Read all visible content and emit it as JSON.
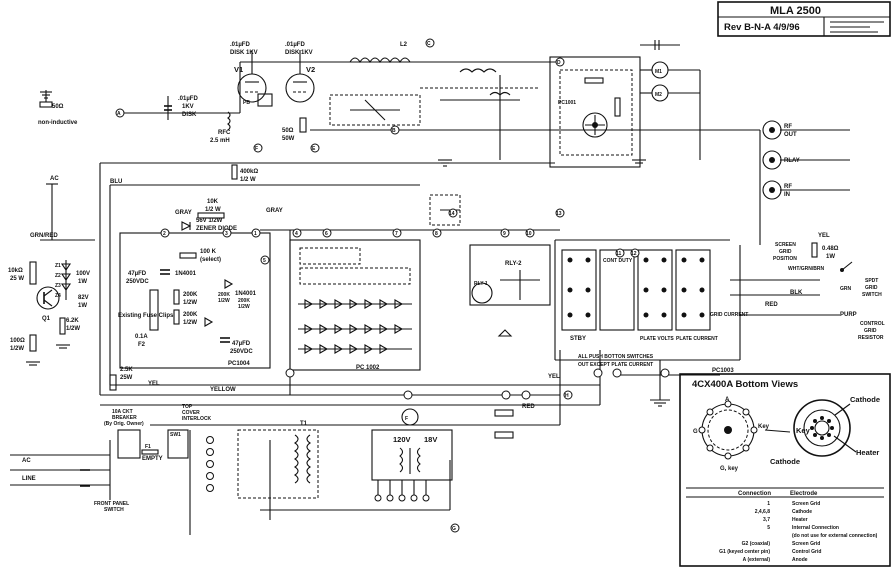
{
  "title_block": {
    "model": "MLA 2500",
    "revision": "Rev B-N-A 4/9/96"
  },
  "components": {
    "c_01a": ".01µFD",
    "c_01b": ".01µFD",
    "disk_1kv_a": "DISK 1KV",
    "disk_1kv_b": "DISK 1KV",
    "c_01c": ".01µFD",
    "c_01c_v": "1KV",
    "c_01c_disk": "DISK",
    "v1": "V1",
    "v2": "V2",
    "rfc": "RFC",
    "rfc_val": "2.5 mH",
    "r50_a": "50Ω",
    "r50_a_note": "non-inductive",
    "r50_b": "50Ω",
    "r50_b_w": "50W",
    "l2": "L2",
    "r400k": "400kΩ",
    "r400k_w": "1/2 W",
    "r10k": "10K",
    "r10k_w": "1/2 W",
    "zener": "56V 1/2W",
    "zener_lbl": "ZENER DIODE",
    "r100k": "100 K",
    "r100k_note": "(select)",
    "d1n4001": "1N4001",
    "d1n4001b": "1N4001",
    "r200k_a": "200K",
    "r200k_a_w": "1/2W",
    "r200k_b": "200K",
    "r200k_b_w": "1/2W",
    "r200k_c": "200K",
    "r200k_c_w": "1/2W",
    "r200k_d": "200K",
    "r200k_d_w": "1/2W",
    "c47_a": "47µFD",
    "c47_a_v": "250VDC",
    "c47_b": "47µFD",
    "c47_b_v": "250VDC",
    "fuse_clips": "Existing Fuse Clips",
    "fuse": "0.1A",
    "fuse_ref": "F2",
    "r2_5k": "2.5K",
    "r2_5k_w": "25W",
    "r10k_25": "10kΩ",
    "r10k_25_w": "25 W",
    "z1": "Z1",
    "z2": "Z2",
    "z3": "Z3",
    "z4": "Z4",
    "q1": "Q1",
    "z100v": "100V",
    "z100v_w": "1W",
    "z82v": "82V",
    "z82v_w": "1W",
    "r6_2k": "6.2K",
    "r6_2k_w": "1/2W",
    "r100": "100Ω",
    "r100_w": "1/2W",
    "r0_48": "0.48Ω",
    "r0_48_w": "1W",
    "m1": "M1",
    "m2": "M2",
    "t1": "T1",
    "v120": "120V",
    "v18": "18V",
    "pc1004": "PC1004",
    "pc1002": "PC 1002",
    "pc1003": "PC1003",
    "rly2": "RLY-2",
    "rly1": "RLY-1",
    "pc1001": "PC1001"
  },
  "wire_labels": {
    "blu": "BLU",
    "gray_a": "GRAY",
    "gray_b": "GRAY",
    "grn_red": "GRN/RED",
    "yel_a": "YEL",
    "yellow": "YELLOW",
    "yel_b": "YEL",
    "red_a": "RED",
    "red_b": "RED",
    "blk": "BLK",
    "purp": "PURP",
    "grn": "GRN",
    "wht_grn_brn": "WHT/GRN/BRN",
    "yel_c": "YEL",
    "ac": "AC",
    "line": "LINE",
    "ac_small": "AC"
  },
  "switches": {
    "stby": "STBY",
    "cont_duty": "CONT DUTY",
    "plate_volts": "PLATE VOLTS",
    "plate_current": "PLATE CURRENT",
    "grid_current": "GRID CURRENT",
    "push_note_1": "ALL PUSH BOTTON SWITCHES",
    "push_note_2": "OUT EXCEPT PLATE CURRENT",
    "screen_grid_1": "SCREEN",
    "screen_grid_2": "GRID",
    "screen_grid_3": "POSITION",
    "spdt_1": "SPDT",
    "spdt_2": "GRID",
    "spdt_3": "SWITCH",
    "control_1": "CONTROL",
    "control_2": "GRID",
    "control_3": "RESISTOR",
    "breaker_1": "10A CKT",
    "breaker_2": "BREAKER",
    "breaker_3": "(By Orig. Owner)",
    "interlock_1": "TOP",
    "interlock_2": "COVER",
    "interlock_3": "INTERLOCK",
    "front_panel_1": "FRONT PANEL",
    "front_panel_2": "SWITCH",
    "empty": "EMPTY",
    "f1": "F1",
    "sw1": "SW1"
  },
  "connectors": {
    "rf_out_1": "RF",
    "rf_out_2": "OUT",
    "rlay": "RLAY",
    "rf_in_1": "RF",
    "rf_in_2": "IN"
  },
  "nodes": [
    "A",
    "B",
    "C",
    "D",
    "E",
    "F",
    "G",
    "H",
    "1",
    "2",
    "3",
    "4",
    "5",
    "6",
    "7",
    "8",
    "9",
    "10",
    "11",
    "12",
    "13",
    "14"
  ],
  "tube_panel": {
    "heading": "4CX400A Bottom Views",
    "cathode_top": "Cathode",
    "key": "Key",
    "heater": "Heater",
    "cathode_bottom": "Cathode",
    "pin_a": "A",
    "pin_g2": "G",
    "pin_g1": "G",
    "g1_key": "G, key",
    "col_connection": "Connection",
    "col_electrode": "Electrode",
    "rows": [
      {
        "connection": "1",
        "electrode": "Screen Grid"
      },
      {
        "connection": "2,4,6,8",
        "electrode": "Cathode"
      },
      {
        "connection": "3,7",
        "electrode": "Heater"
      },
      {
        "connection": "5",
        "electrode": "Internal Connection"
      },
      {
        "connection": "",
        "electrode": "(do not use for external connection)"
      },
      {
        "connection": "G2 (coaxial)",
        "electrode": "Screen Grid"
      },
      {
        "connection": "G1 (keyed center pin)",
        "electrode": "Control Grid"
      },
      {
        "connection": "A (external)",
        "electrode": "Anode"
      }
    ]
  },
  "colors": {
    "ink": "#111111",
    "paper": "#ffffff"
  }
}
